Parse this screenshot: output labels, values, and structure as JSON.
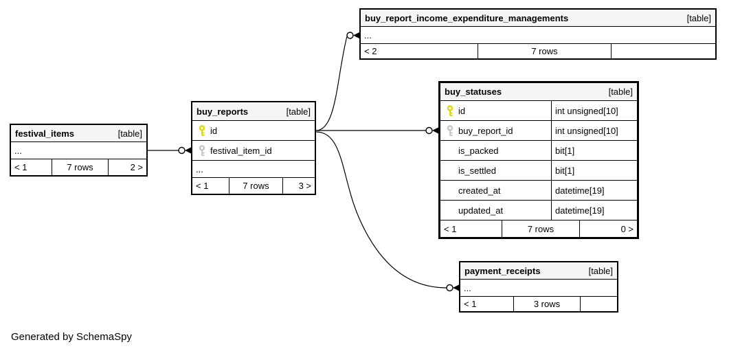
{
  "diagram": {
    "generator_note": "Generated by SchemaSpy",
    "colors": {
      "background": "#ffffff",
      "table_header_bg": "#f5f5f5",
      "border": "#000000",
      "primary_key_icon": "#e0d800",
      "foreign_key_icon": "#c6c6c6"
    },
    "tables": {
      "festival_items": {
        "name": "festival_items",
        "tag": "[table]",
        "ellipsis": "...",
        "footer": {
          "left": "< 1",
          "center": "7 rows",
          "right": "2 >"
        }
      },
      "buy_reports": {
        "name": "buy_reports",
        "tag": "[table]",
        "columns": [
          {
            "name": "id",
            "key": "primary"
          },
          {
            "name": "festival_item_id",
            "key": "foreign"
          }
        ],
        "ellipsis": "...",
        "footer": {
          "left": "< 1",
          "center": "7 rows",
          "right": "3 >"
        }
      },
      "buy_report_income_expenditure_managements": {
        "name": "buy_report_income_expenditure_managements",
        "tag": "[table]",
        "ellipsis": "...",
        "footer": {
          "left": "< 2",
          "center": "7 rows",
          "right": ""
        }
      },
      "buy_statuses": {
        "name": "buy_statuses",
        "tag": "[table]",
        "columns": [
          {
            "name": "id",
            "type": "int unsigned[10]",
            "key": "primary"
          },
          {
            "name": "buy_report_id",
            "type": "int unsigned[10]",
            "key": "foreign"
          },
          {
            "name": "is_packed",
            "type": "bit[1]",
            "key": "none"
          },
          {
            "name": "is_settled",
            "type": "bit[1]",
            "key": "none"
          },
          {
            "name": "created_at",
            "type": "datetime[19]",
            "key": "none"
          },
          {
            "name": "updated_at",
            "type": "datetime[19]",
            "key": "none"
          }
        ],
        "footer": {
          "left": "< 1",
          "center": "7 rows",
          "right": "0 >"
        }
      },
      "payment_receipts": {
        "name": "payment_receipts",
        "tag": "[table]",
        "ellipsis": "...",
        "footer": {
          "left": "< 1",
          "center": "3 rows",
          "right": ""
        }
      }
    },
    "relationships": [
      {
        "from": "festival_items",
        "to": "buy_reports.festival_item_id"
      },
      {
        "from": "buy_reports.id",
        "to": "buy_report_income_expenditure_managements"
      },
      {
        "from": "buy_reports.id",
        "to": "buy_statuses.buy_report_id"
      },
      {
        "from": "buy_reports.id",
        "to": "payment_receipts"
      }
    ]
  }
}
